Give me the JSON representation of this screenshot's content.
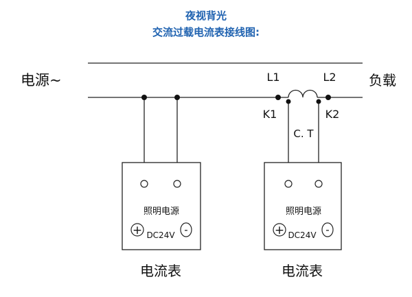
{
  "title": {
    "line1": "夜视背光",
    "line2": "交流过载电流表接线图:"
  },
  "colors": {
    "title": "#1f62b0",
    "line": "#222222"
  },
  "labels": {
    "power": "电源~",
    "load": "负载",
    "l1": "L1",
    "l2": "L2",
    "k1": "K1",
    "k2": "K2",
    "ct": "C. T"
  },
  "meters": [
    {
      "name": "电流表",
      "inner_label": "照明电源",
      "voltage": "DC24V",
      "plus": "+",
      "minus": "-"
    },
    {
      "name": "电流表",
      "inner_label": "照明电源",
      "voltage": "DC24V",
      "plus": "+",
      "minus": "-"
    }
  ]
}
